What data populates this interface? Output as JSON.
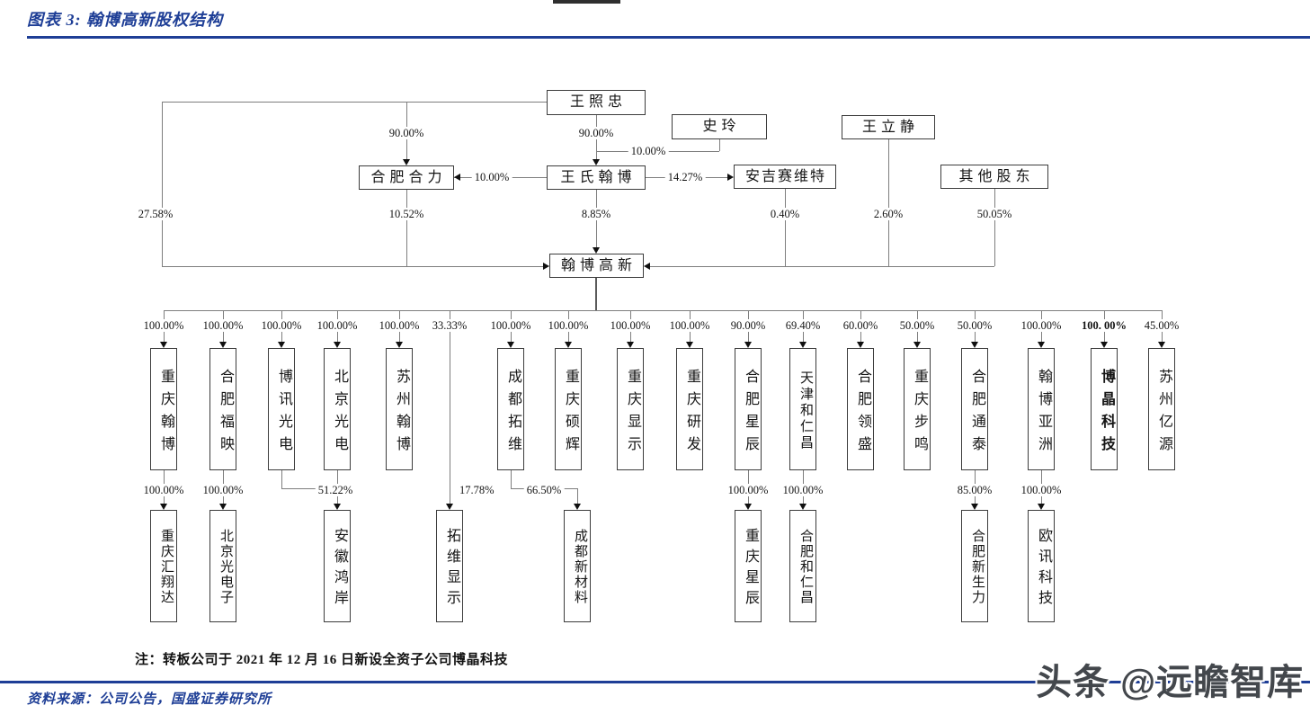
{
  "header": {
    "title": "图表 3:  翰博高新股权结构"
  },
  "footer": {
    "note": "注：转板公司于 2021 年 12 月 16 日新设全资子公司博晶科技",
    "source": "资料来源：公司公告，国盛证券研究所",
    "watermark": "头条 @远瞻智库"
  },
  "colors": {
    "accent_blue": "#1e3e96",
    "line_gray": "#7e7e7e",
    "box_border": "#3c3c3c",
    "text": "#151515"
  },
  "diagram": {
    "level1": {
      "wangzhaozhong": "王照忠",
      "shiling": "史玲",
      "wanglijing": "王立静"
    },
    "level2": {
      "hefeiheli": "合肥合力",
      "wangshihanbo": "王氏翰博",
      "anjisaiweite": "安吉赛维特",
      "qitagudong": "其他股东"
    },
    "core": {
      "name": "翰博高新"
    },
    "edges": {
      "wzz_to_hfhl": "90.00%",
      "wzz_to_wshb": "90.00%",
      "sl_to_wshb": "10.00%",
      "wshb_to_hfhl": "10.00%",
      "wshb_to_ajswt": "14.27%",
      "wzz_to_hbgx": "27.58%",
      "hfhl_to_hbgx": "10.52%",
      "wshb_to_hbgx": "8.85%",
      "ajswt_to_hbgx": "0.40%",
      "wlj_to_hbgx": "2.60%",
      "qtgd_to_hbgx": "50.05%"
    },
    "passthrough_pct": "33.33%",
    "children": [
      {
        "name": "重庆翰博",
        "pct": "100.00%"
      },
      {
        "name": "合肥福映",
        "pct": "100.00%"
      },
      {
        "name": "博讯光电",
        "pct": "100.00%"
      },
      {
        "name": "北京光电",
        "pct": "100.00%"
      },
      {
        "name": "苏州翰博",
        "pct": "100.00%"
      },
      {
        "name": "成都拓维",
        "pct": "100.00%"
      },
      {
        "name": "重庆硕辉",
        "pct": "100.00%"
      },
      {
        "name": "重庆显示",
        "pct": "100.00%"
      },
      {
        "name": "重庆研发",
        "pct": "100.00%"
      },
      {
        "name": "合肥星辰",
        "pct": "90.00%"
      },
      {
        "name": "天津和仁昌",
        "pct": "69.40%"
      },
      {
        "name": "合肥领盛",
        "pct": "60.00%"
      },
      {
        "name": "重庆步鸣",
        "pct": "50.00%"
      },
      {
        "name": "合肥通泰",
        "pct": "50.00%"
      },
      {
        "name": "翰博亚洲",
        "pct": "100.00%"
      },
      {
        "name": "博晶科技",
        "pct": "100. 00%"
      },
      {
        "name": "苏州亿源",
        "pct": "45.00%"
      }
    ],
    "grandchildren": [
      {
        "name": "重庆汇翔达",
        "pct": "100.00%"
      },
      {
        "name": "北京光电子",
        "pct": "100.00%"
      },
      {
        "name": "安徽鸿岸",
        "pct": "51.22%"
      },
      {
        "name": "拓维显示",
        "pct": "17.78%"
      },
      {
        "name": "成都新材料",
        "pct": "66.50%"
      },
      {
        "name": "重庆星辰",
        "pct": "100.00%"
      },
      {
        "name": "合肥和仁昌",
        "pct": "100.00%"
      },
      {
        "name": "合肥新生力",
        "pct": "85.00%"
      },
      {
        "name": "欧讯科技",
        "pct": "100.00%"
      }
    ]
  }
}
